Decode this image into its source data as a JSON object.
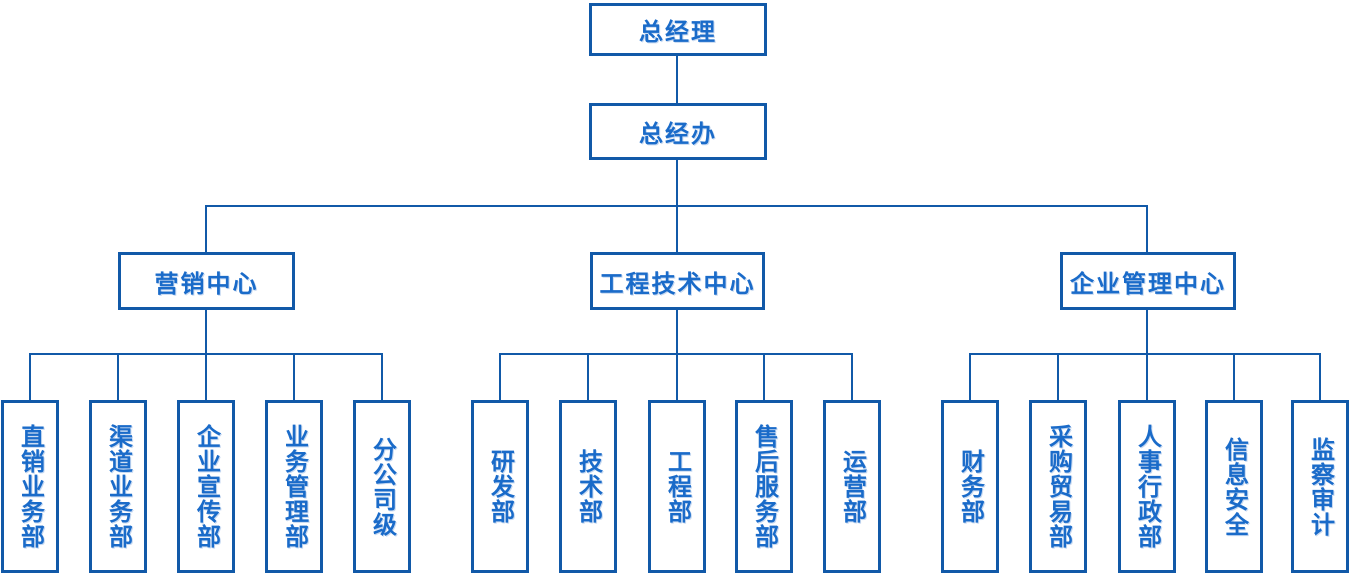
{
  "org": {
    "root": {
      "label": "总经理"
    },
    "office": {
      "label": "总经办"
    },
    "branches": [
      {
        "label": "营销中心",
        "children": [
          "直销业务部",
          "渠道业务部",
          "企业宣传部",
          "业务管理部",
          "分公司级"
        ]
      },
      {
        "label": "工程技术中心",
        "children": [
          "研发部",
          "技术部",
          "工程部",
          "售后服务部",
          "运营部"
        ]
      },
      {
        "label": "企业管理中心",
        "children": [
          "财务部",
          "采购贸易部",
          "人事行政部",
          "信息安全",
          "监察审计"
        ]
      }
    ],
    "colors": {
      "box_border": "#1159a8",
      "text": "#1a6bc9",
      "connector": "#1159a8",
      "background": "#ffffff"
    }
  }
}
